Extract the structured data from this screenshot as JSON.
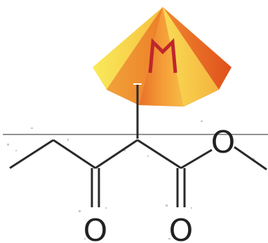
{
  "diagram": {
    "atoms": {
      "ketone_oxygen": "O",
      "carbonyl_oxygen": "O",
      "ester_oxygen": "O"
    },
    "colors": {
      "bond": "#2a2a2a",
      "surface_line": "#6f6f6f",
      "pyramid_light": "#f7e14a",
      "pyramid_mid": "#f4a534",
      "pyramid_dark": "#e4541c",
      "metal_mark": "#c0262a"
    },
    "icons": {
      "metal_center": "metal-pyramid-icon",
      "metal_mark": "letter-m-mark"
    }
  }
}
